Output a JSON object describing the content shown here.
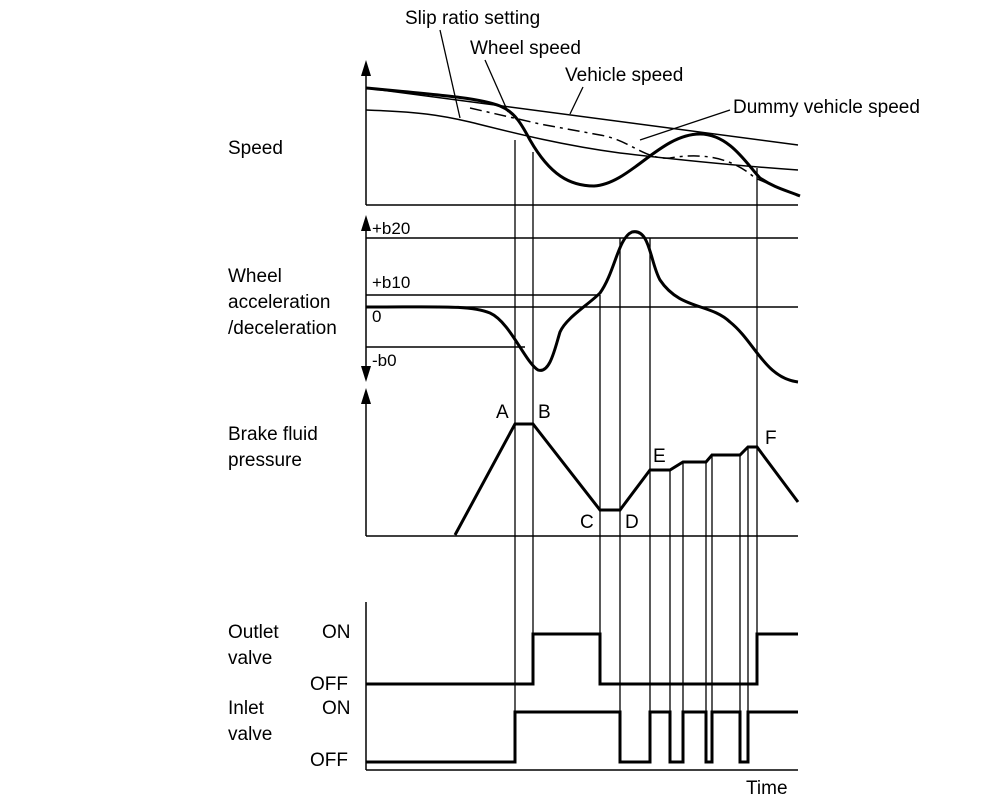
{
  "rows": {
    "speed": "Speed",
    "accel": [
      "Wheel",
      "acceleration",
      "/deceleration"
    ],
    "pressure": [
      "Brake fluid",
      "pressure"
    ],
    "outlet": [
      "Outlet",
      "valve"
    ],
    "inlet": [
      "Inlet",
      "valve"
    ]
  },
  "curves": {
    "slip": "Slip ratio setting",
    "wheel": "Wheel speed",
    "vehicle": "Vehicle speed",
    "dummy": "Dummy vehicle speed"
  },
  "levels": {
    "b20": "+b20",
    "b10": "+b10",
    "zero": "0",
    "b0": "-b0"
  },
  "points": [
    "A",
    "B",
    "C",
    "D",
    "E",
    "F"
  ],
  "valve_states": {
    "on": "ON",
    "off": "OFF"
  },
  "x_axis": "Time",
  "colors": {
    "ink": "#000000",
    "background": "#ffffff"
  }
}
